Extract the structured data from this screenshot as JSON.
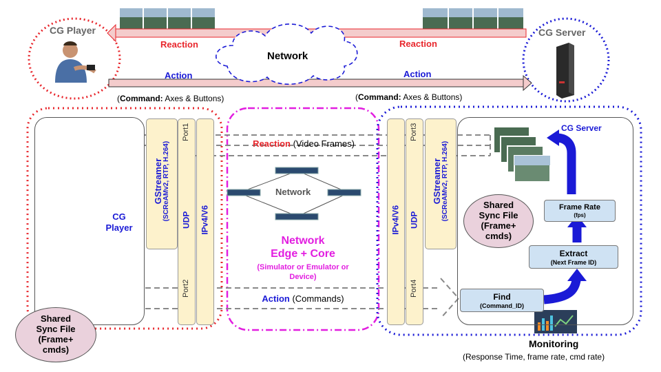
{
  "top": {
    "cg_player": "CG Player",
    "cg_server": "CG Server",
    "network": "Network",
    "reaction_left": "Reaction",
    "reaction_right": "Reaction",
    "action_left": "Action",
    "action_right": "Action",
    "command_left_bold": "Command:",
    "command_left_rest": " Axes & Buttons)",
    "command_right_bold": "Command:",
    "command_right_rest": " Axes & Buttons)"
  },
  "player": {
    "label_line1": "CG",
    "label_line2": "Player",
    "gstreamer": "GStreamer",
    "gstreamer_sub": "(SCReAMv2, RTP, H.264)",
    "udp": "UDP",
    "port1": "Port1",
    "port2": "Port2",
    "ip": "IPv4/V6",
    "sync_file": [
      "Shared",
      "Sync File",
      "(Frame+",
      "cmds)"
    ]
  },
  "network_core": {
    "network": "Network",
    "title_line1": "Network",
    "title_line2": "Edge + Core",
    "sub_line1": "(Simulator or Emulator or",
    "sub_line2": "Device)",
    "reaction_bold": "Reaction",
    "reaction_rest": " (Video Frames)",
    "action_bold": "Action",
    "action_rest": " (Commands)"
  },
  "server": {
    "ip": "IPv4/V6",
    "udp": "UDP",
    "port3": "Port3",
    "port4": "Port4",
    "gstreamer": "GStreamer",
    "gstreamer_sub": "(SCReAMv2, RTP, H.264)",
    "title": "CG Server",
    "frame_rate": "Frame Rate",
    "frame_rate_sub": "(fps)",
    "extract": "Extract",
    "extract_sub": "(Next Frame ID)",
    "find": "Find",
    "find_sub": "(Command_ID)",
    "sync_file": [
      "Shared",
      "Sync File",
      "(Frame+",
      "cmds)"
    ]
  },
  "monitoring": {
    "title": "Monitoring",
    "sub": "(Response Time, frame rate, cmd rate)"
  },
  "colors": {
    "red": "#e8262c",
    "blue": "#1a1ad6",
    "magenta": "#e21ee0",
    "bar": "#fdf2cc",
    "lightblue": "#cfe2f3",
    "pink": "#ead1dc"
  }
}
